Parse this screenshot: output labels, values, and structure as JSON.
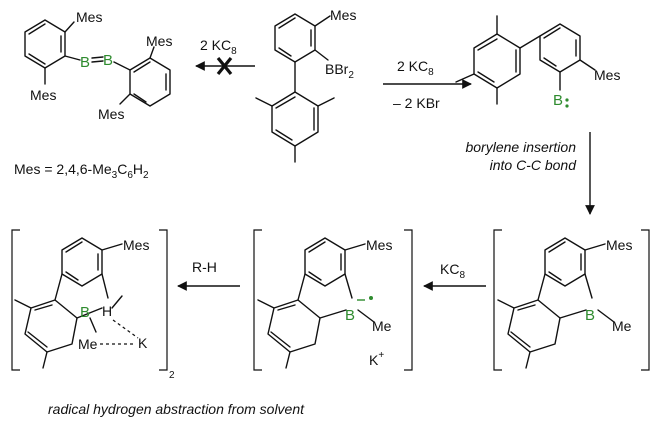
{
  "labels": {
    "mes": "Mes",
    "me": "Me",
    "b": "B",
    "h": "H",
    "k": "K",
    "kplus_base": "K",
    "kplus_sup": "+",
    "br2": "Br",
    "br2_sub": "2"
  },
  "reagents": {
    "kc8_2": "2 KC",
    "kc8_2_sub": "8",
    "kbr": "– 2 KBr",
    "kc8": "KC",
    "kc8_sub": "8",
    "rh": "R-H",
    "dimer_sub": "2"
  },
  "mes_definition": {
    "prefix": "Mes = 2,4,6-Me",
    "n1": "3",
    "mid": "C",
    "n2": "6",
    "h": "H",
    "n3": "2"
  },
  "annotations": {
    "insertion_line1": "borylene insertion",
    "insertion_line2": "into C-C bond",
    "abstraction": "radical hydrogen abstraction from solvent"
  },
  "colors": {
    "boron": "#2e8b2e",
    "ink": "#111111"
  }
}
